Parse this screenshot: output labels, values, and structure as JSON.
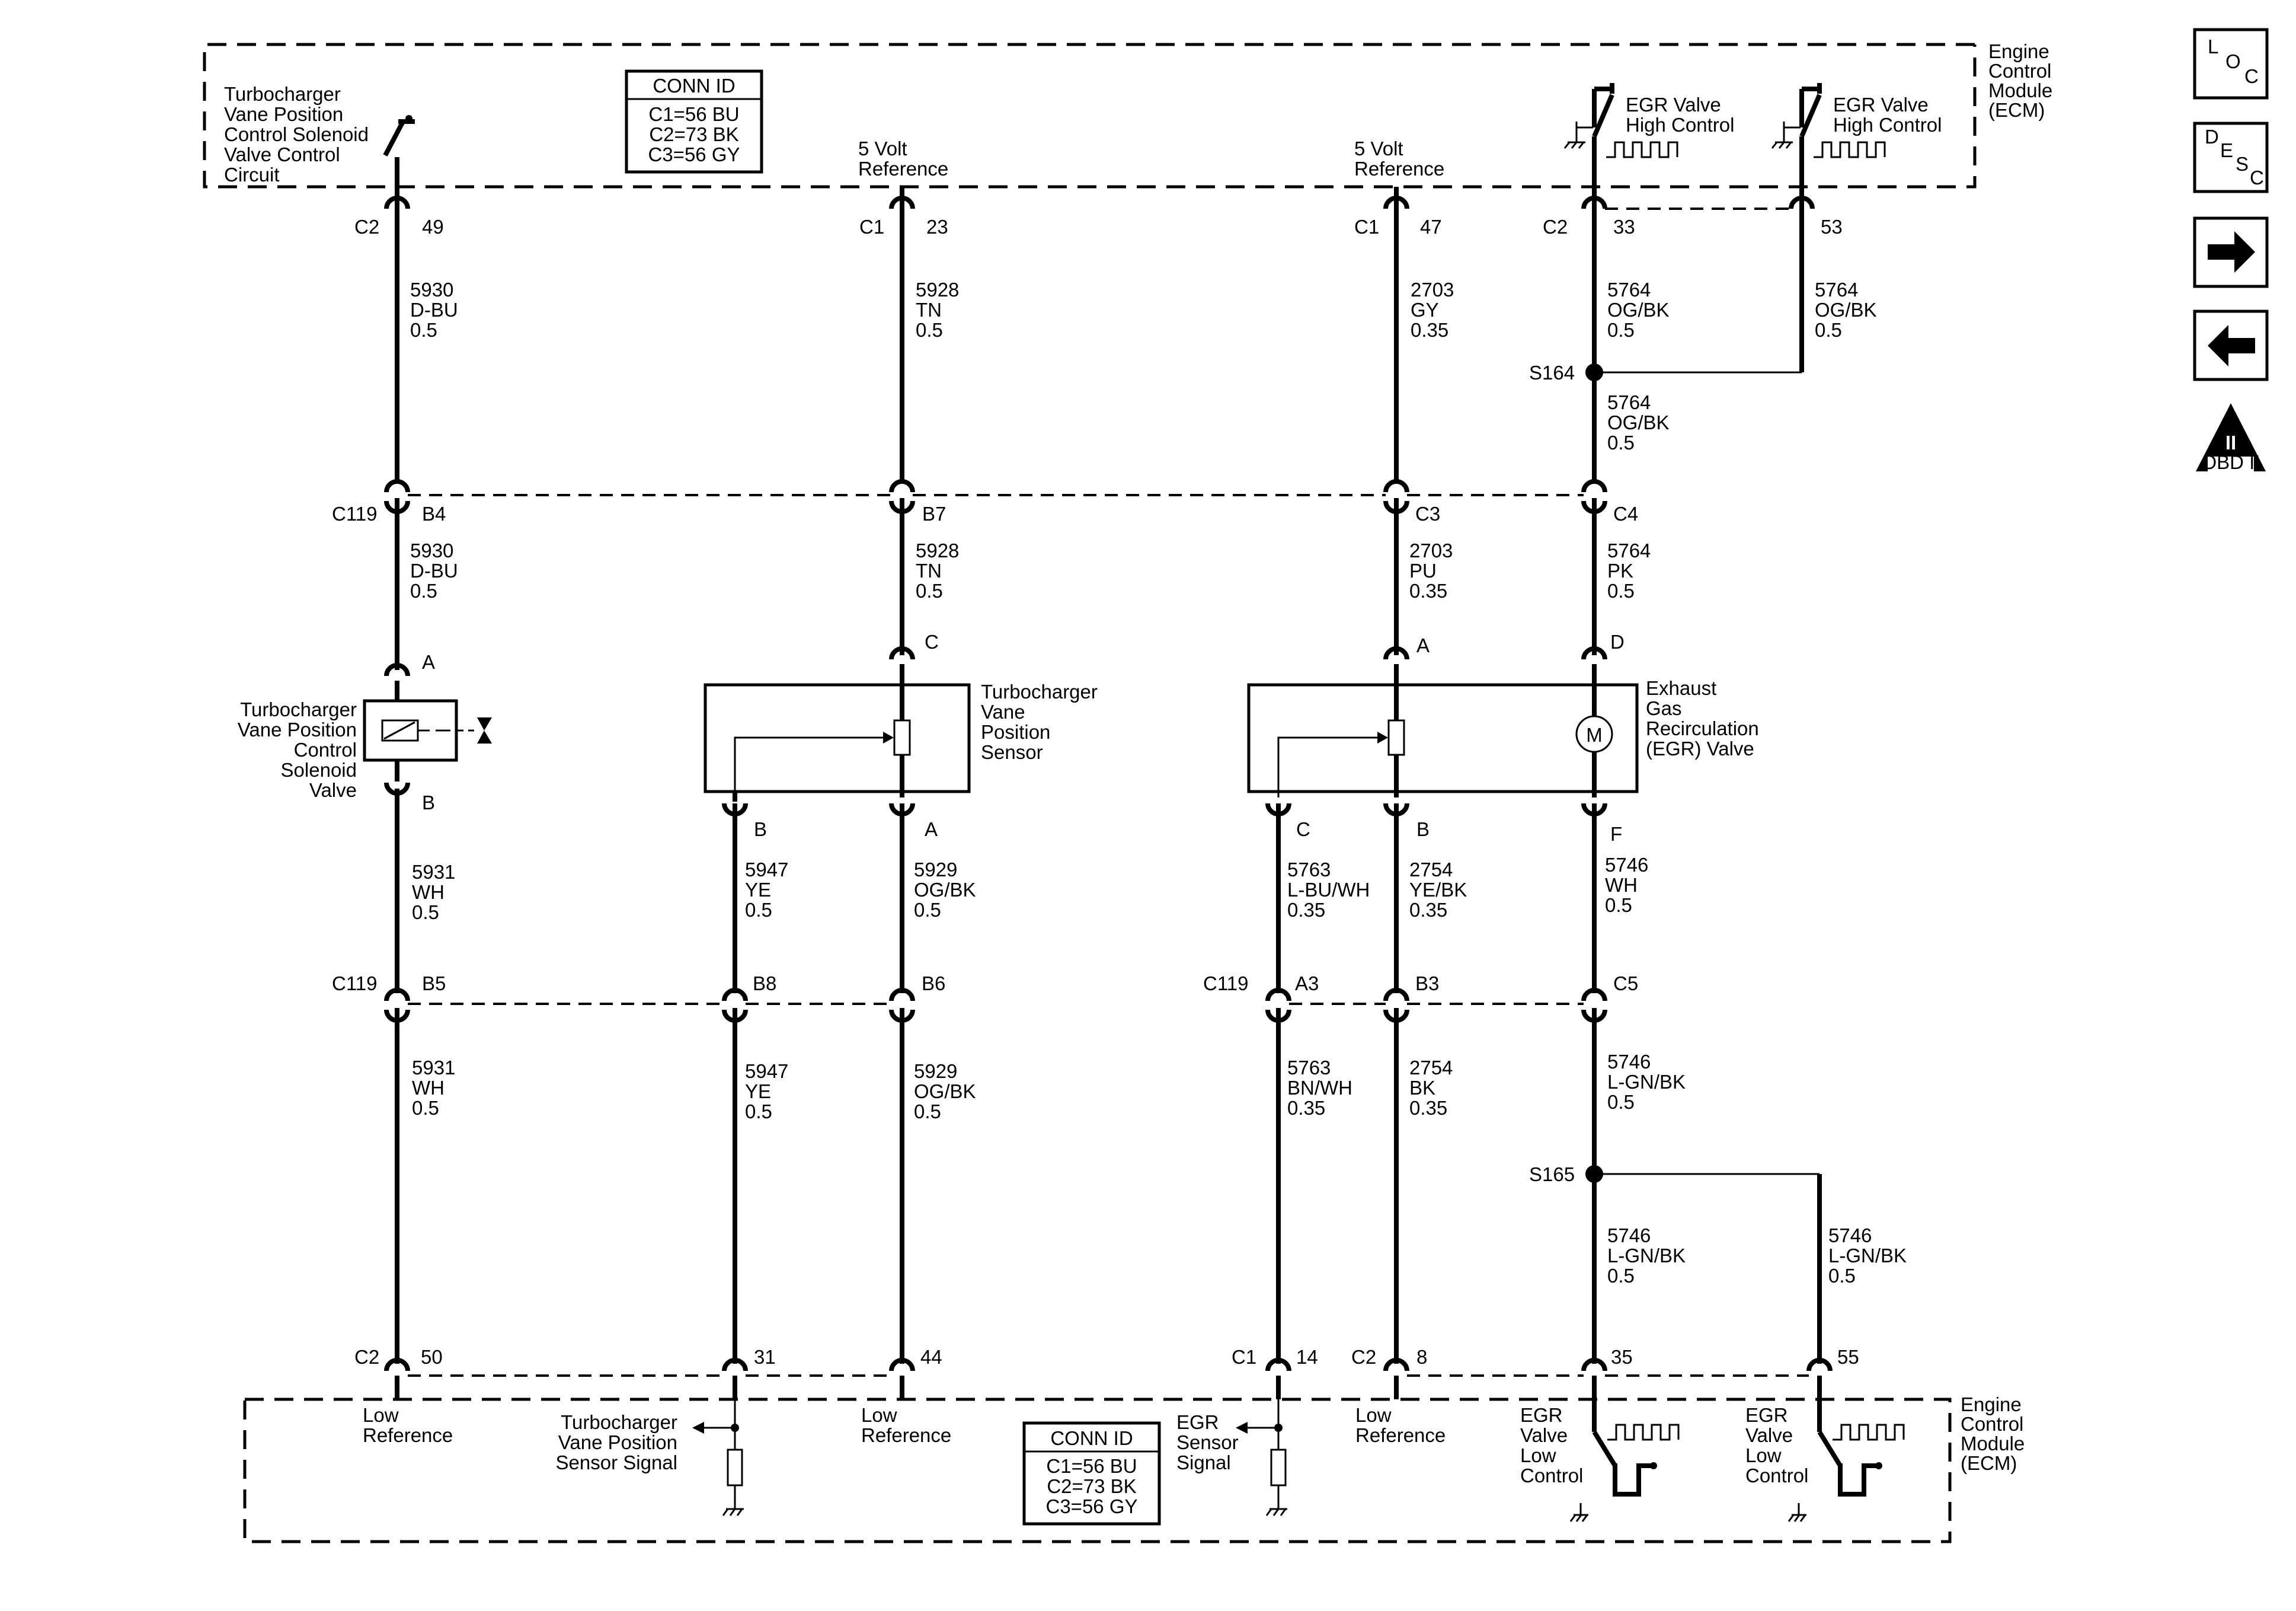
{
  "ecm_top": {
    "label": [
      "Engine",
      "Control",
      "Module",
      "(ECM)"
    ],
    "conn_id": {
      "title": "CONN ID",
      "lines": [
        "C1=56 BU",
        "C2=73 BK",
        "C3=56 GY"
      ]
    },
    "turbo_circuit": [
      "Turbocharger",
      "Vane Position",
      "Control Solenoid",
      "Valve Control",
      "Circuit"
    ],
    "ref5v_a": [
      "5 Volt",
      "Reference"
    ],
    "ref5v_b": [
      "5 Volt",
      "Reference"
    ],
    "egr_hi_1": [
      "EGR Valve",
      "High Control"
    ],
    "egr_hi_2": [
      "EGR Valve",
      "High Control"
    ]
  },
  "ecm_bottom": {
    "label": [
      "Engine",
      "Control",
      "Module",
      "(ECM)"
    ],
    "conn_id": {
      "title": "CONN ID",
      "lines": [
        "C1=56 BU",
        "C2=73 BK",
        "C3=56 GY"
      ]
    },
    "low_ref_1": [
      "Low",
      "Reference"
    ],
    "turbo_sig": [
      "Turbocharger",
      "Vane Position",
      "Sensor Signal"
    ],
    "low_ref_2": [
      "Low",
      "Reference"
    ],
    "egr_sig": [
      "EGR",
      "Sensor",
      "Signal"
    ],
    "low_ref_3": [
      "Low",
      "Reference"
    ],
    "egr_lo_1": [
      "EGR",
      "Valve",
      "Low",
      "Control"
    ],
    "egr_lo_2": [
      "EGR",
      "Valve",
      "Low",
      "Control"
    ]
  },
  "pins_top": {
    "w1": {
      "conn": "C2",
      "pin": "49"
    },
    "w2": {
      "conn": "C1",
      "pin": "23"
    },
    "w3": {
      "conn": "C1",
      "pin": "47"
    },
    "w4": {
      "conn": "C2",
      "pin": "33"
    },
    "w5": {
      "pin": "53"
    }
  },
  "wires_upper": {
    "w1": [
      "5930",
      "D-BU",
      "0.5"
    ],
    "w2": [
      "5928",
      "TN",
      "0.5"
    ],
    "w3": [
      "2703",
      "GY",
      "0.35"
    ],
    "w4": [
      "5764",
      "OG/BK",
      "0.5"
    ],
    "w5": [
      "5764",
      "OG/BK",
      "0.5"
    ],
    "w4b": [
      "5764",
      "OG/BK",
      "0.5"
    ]
  },
  "splice_top": "S164",
  "c119_top": {
    "conn": "C119",
    "pins": [
      "B4",
      "B7",
      "C3",
      "C4"
    ]
  },
  "wires_mid": {
    "w1": [
      "5930",
      "D-BU",
      "0.5"
    ],
    "w2": [
      "5928",
      "TN",
      "0.5"
    ],
    "w3": [
      "2703",
      "PU",
      "0.35"
    ],
    "w4": [
      "5764",
      "PK",
      "0.5"
    ]
  },
  "solenoid": {
    "label": [
      "Turbocharger",
      "Vane Position",
      "Control",
      "Solenoid",
      "Valve"
    ],
    "pin_a": "A",
    "pin_b": "B"
  },
  "vane_sensor": {
    "label": [
      "Turbocharger",
      "Vane",
      "Position",
      "Sensor"
    ],
    "pin_c": "C",
    "pin_b": "B",
    "pin_a": "A"
  },
  "egr_valve": {
    "label": [
      "Exhaust",
      "Gas",
      "Recirculation",
      "(EGR) Valve"
    ],
    "pin_a": "A",
    "pin_d": "D",
    "pin_c": "C",
    "pin_b": "B",
    "pin_f": "F",
    "motor": "M"
  },
  "wires_lower": {
    "w1": [
      "5931",
      "WH",
      "0.5"
    ],
    "w6": [
      "5947",
      "YE",
      "0.5"
    ],
    "w2": [
      "5929",
      "OG/BK",
      "0.5"
    ],
    "w7": [
      "5763",
      "L-BU/WH",
      "0.35"
    ],
    "w3": [
      "2754",
      "YE/BK",
      "0.35"
    ],
    "w4": [
      "5746",
      "WH",
      "0.5"
    ]
  },
  "c119_bottom": {
    "conn": "C119",
    "pins_left": [
      "B5",
      "B8",
      "B6"
    ],
    "pins_right": [
      "A3",
      "B3",
      "C5"
    ]
  },
  "wires_bottom": {
    "w1": [
      "5931",
      "WH",
      "0.5"
    ],
    "w6": [
      "5947",
      "YE",
      "0.5"
    ],
    "w2": [
      "5929",
      "OG/BK",
      "0.5"
    ],
    "w7": [
      "5763",
      "BN/WH",
      "0.35"
    ],
    "w3": [
      "2754",
      "BK",
      "0.35"
    ],
    "w4": [
      "5746",
      "L-GN/BK",
      "0.5"
    ],
    "w4b": [
      "5746",
      "L-GN/BK",
      "0.5"
    ],
    "w5b": [
      "5746",
      "L-GN/BK",
      "0.5"
    ]
  },
  "splice_bottom": "S165",
  "pins_bottom": {
    "w1": {
      "conn": "C2",
      "pin": "50"
    },
    "w6": {
      "pin": "31"
    },
    "w2": {
      "pin": "44"
    },
    "w7": {
      "conn": "C1",
      "pin": "14"
    },
    "w3": {
      "conn": "C2",
      "pin": "8"
    },
    "w4": {
      "pin": "35"
    },
    "w5": {
      "pin": "55"
    }
  },
  "nav": {
    "loc": [
      "L",
      "O",
      "C"
    ],
    "desc": [
      "D",
      "E",
      "S",
      "C"
    ],
    "obd": {
      "roman": "II",
      "text": "OBD II"
    }
  }
}
